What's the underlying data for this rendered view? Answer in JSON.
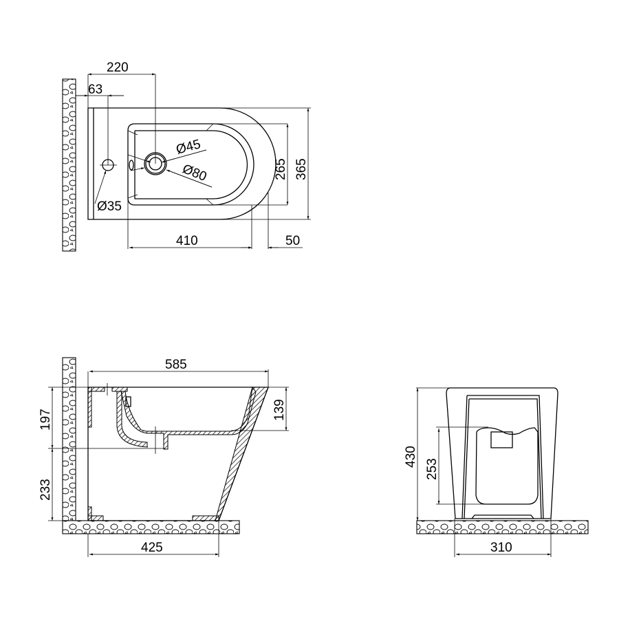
{
  "drawing": {
    "subject": "Floor-standing back-to-wall bidet technical drawing",
    "views": {
      "top_view": {
        "dimensions": {
          "tap_hole_offset_total": "220",
          "wall_to_overflow": "63",
          "outlet_inner_diameter": "Ø45",
          "outlet_outer_diameter": "Ø80",
          "tap_hole_diameter": "Ø35",
          "bowl_width": "265",
          "overall_width": "365",
          "bowl_length": "410",
          "rim_depth": "50"
        }
      },
      "side_view": {
        "dimensions": {
          "overall_length": "585",
          "bowl_depth": "139",
          "drain_height_upper": "197",
          "drain_height_lower": "233",
          "base_length": "425"
        }
      },
      "front_view": {
        "dimensions": {
          "overall_height": "430",
          "outlet_height": "253",
          "base_width": "310"
        }
      }
    }
  }
}
